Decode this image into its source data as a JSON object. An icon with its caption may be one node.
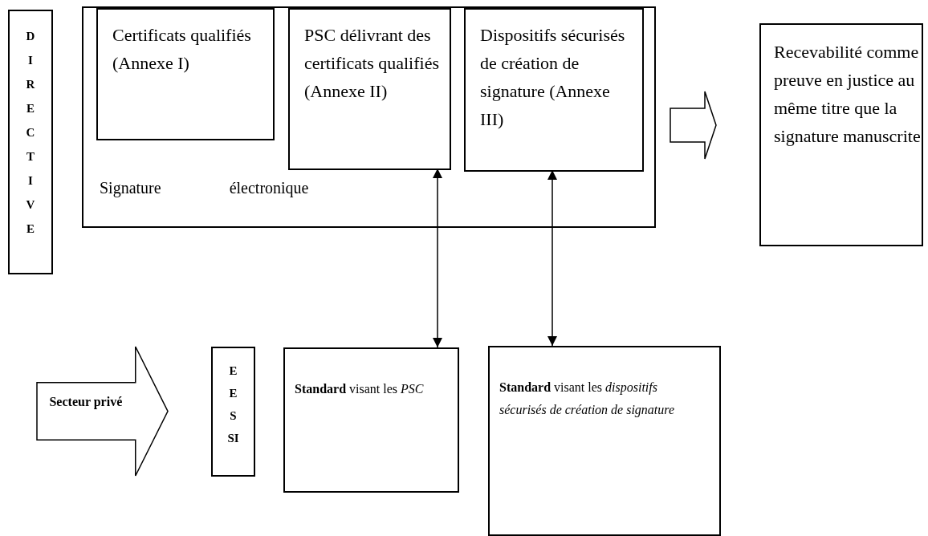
{
  "diagram": {
    "nodes": [
      {
        "text": [
          "DIRECTIVE"
        ]
      },
      {
        "text": [
          "Signature électronique"
        ]
      },
      {
        "text": [
          "Certificats qualifiés (Annexe I)"
        ],
        "in": 1
      },
      {
        "text": [
          "PSC délivrant des certificats qualifiés (Annexe II)"
        ],
        "in": 1
      },
      {
        "text": [
          "Dispositifs sécurisés de création de signature (Annexe III)"
        ],
        "in": 1
      },
      {
        "text": [
          "Recevabilité comme preuve en justice au même titre que la signature manuscrite"
        ]
      },
      {
        "text": [
          "Secteur privé"
        ]
      },
      {
        "text": [
          "EESSI"
        ]
      },
      {
        "text": [
          "**Standard** visant les *PSC*"
        ]
      },
      {
        "text": [
          "**Standard** visant les *dispositifs sécurisés de création de signature*"
        ]
      }
    ],
    "edges": [
      {
        "from": 1,
        "to": 5,
        "arrow": "to"
      },
      {
        "from": 3,
        "to": 8,
        "arrow": "both"
      },
      {
        "from": 4,
        "to": 9,
        "arrow": "both"
      }
    ]
  }
}
